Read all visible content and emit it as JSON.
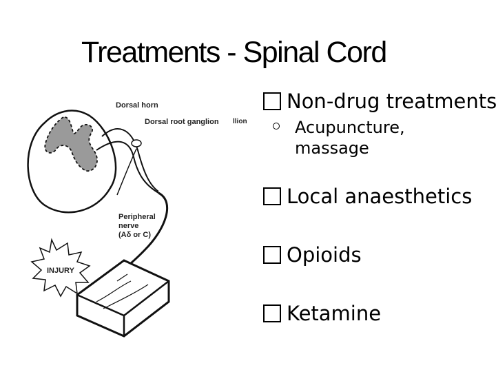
{
  "slide": {
    "title": "Treatments - Spinal Cord"
  },
  "figure": {
    "labels": {
      "dorsal_horn": "Dorsal horn",
      "dorsal_root_ganglion": "Dorsal root ganglion",
      "ganglion_cut": "llion",
      "peripheral_nerve_line1": "Peripheral",
      "peripheral_nerve_line2": "nerve",
      "peripheral_nerve_line3": "(Aδ or C)",
      "injury": "INJURY"
    }
  },
  "bullets": [
    {
      "text": "Non-drug treatments",
      "sub": [
        "Acupuncture,",
        "massage"
      ]
    },
    {
      "text": "Local anaesthetics"
    },
    {
      "text": "Opioids"
    },
    {
      "text": "Ketamine"
    }
  ],
  "icons": {
    "bullet": "square-bullet-icon",
    "sub_bullet": "circle-bullet-icon"
  }
}
